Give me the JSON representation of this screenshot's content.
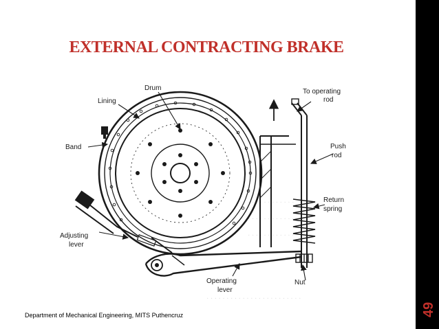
{
  "slide": {
    "title": "EXTERNAL CONTRACTING BRAKE",
    "footer": "Department of Mechanical Engineering, MITS Puthencruz",
    "page_number": "49",
    "accent_color": "#c0302a"
  },
  "diagram": {
    "labels": {
      "drum": "Drum",
      "lining": "Lining",
      "band": "Band",
      "to_operating_line1": "To operating",
      "to_operating_line2": "rod",
      "push_line1": "Push",
      "push_line2": "rod",
      "return_line1": "Return",
      "return_line2": "spring",
      "adjusting_line1": "Adjusting",
      "adjusting_line2": "lever",
      "nut": "Nut",
      "operating_line1": "Operating",
      "operating_line2": "lever"
    }
  }
}
